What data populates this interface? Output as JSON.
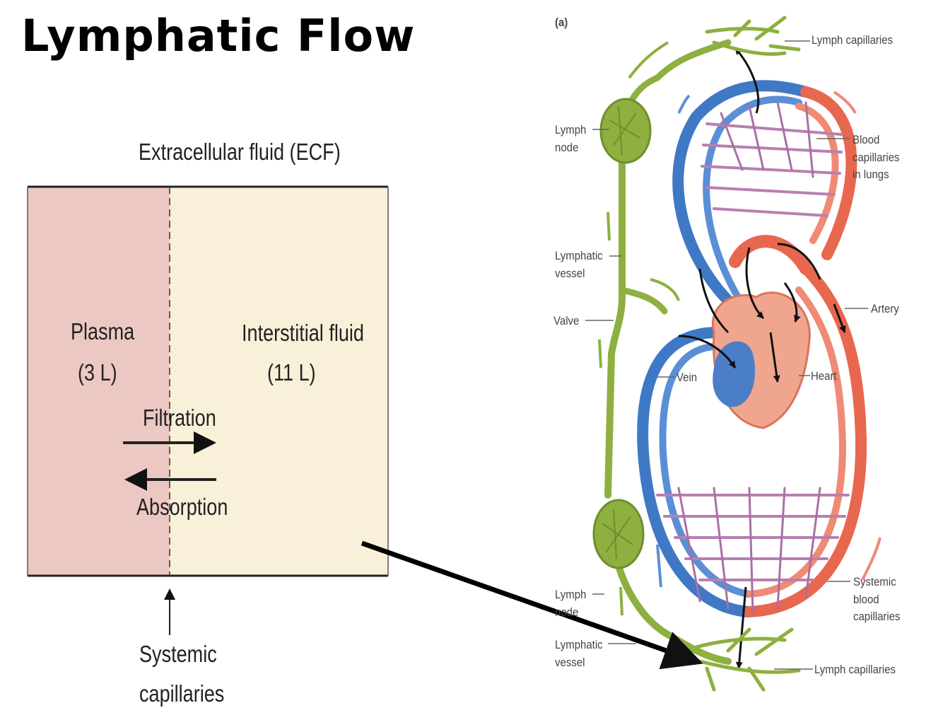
{
  "title": "Lymphatic Flow",
  "left_diagram": {
    "heading": "Extracellular fluid (ECF)",
    "plasma": {
      "label": "Plasma",
      "volume": "(3 L)"
    },
    "interstitial": {
      "label": "Interstitial fluid",
      "volume": "(11 L)"
    },
    "filtration": "Filtration",
    "absorption": "Absorption",
    "systemic_line1": "Systemic",
    "systemic_line2": "capillaries"
  },
  "right_diagram": {
    "panel_letter": "(a)",
    "lymph_capillaries_top": "Lymph capillaries",
    "lymph_node_top_1": "Lymph",
    "lymph_node_top_2": "node",
    "blood_cap_lungs_1": "Blood",
    "blood_cap_lungs_2": "capillaries",
    "blood_cap_lungs_3": "in lungs",
    "lymphatic_vessel_top_1": "Lymphatic",
    "lymphatic_vessel_top_2": "vessel",
    "valve": "Valve",
    "artery": "Artery",
    "vein": "Vein",
    "heart": "Heart",
    "lymph_node_bottom_1": "Lymph",
    "lymph_node_bottom_2": "node",
    "systemic_blood_1": "Systemic",
    "systemic_blood_2": "blood",
    "systemic_blood_3": "capillaries",
    "lymphatic_vessel_bottom_1": "Lymphatic",
    "lymphatic_vessel_bottom_2": "vessel",
    "lymph_capillaries_bottom": "Lymph capillaries"
  },
  "colors": {
    "plasma": "#ecc8c2",
    "interstitial": "#f9f0d9",
    "lymph": "#8db040",
    "artery": "#e8674f",
    "vein": "#3f79c6"
  }
}
